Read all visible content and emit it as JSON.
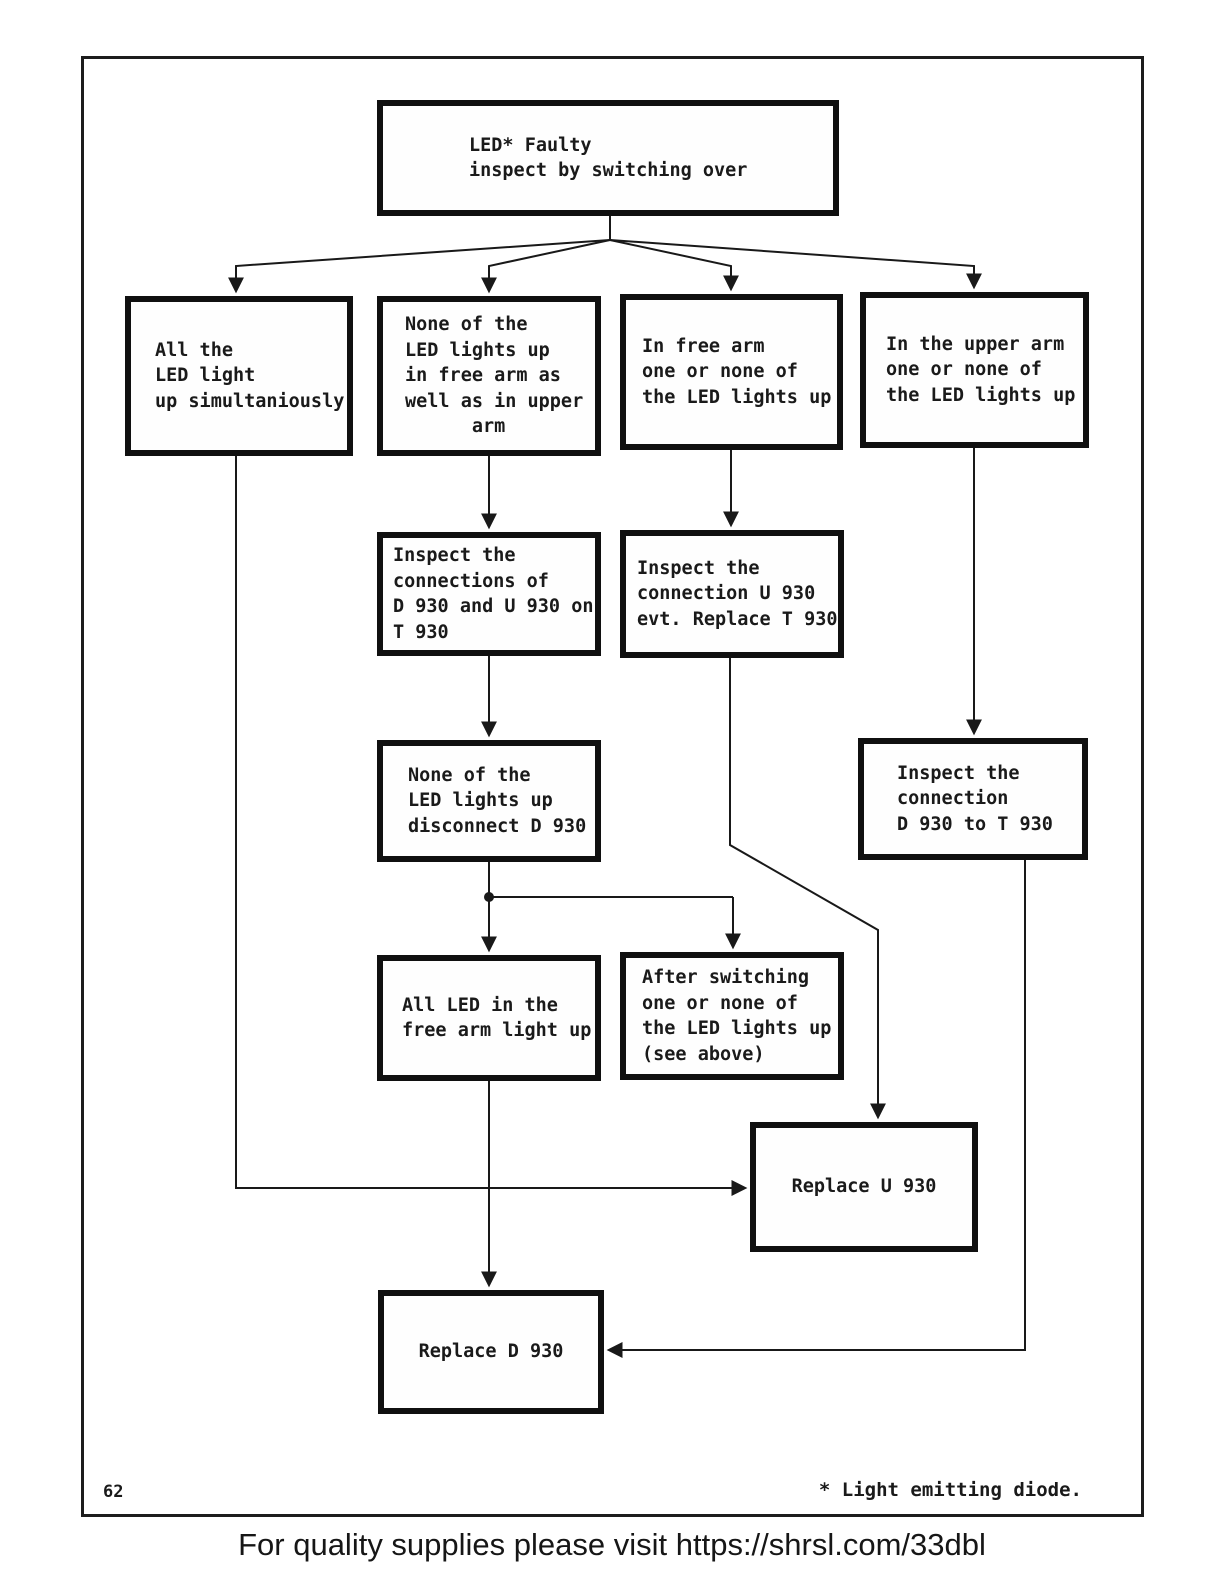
{
  "page": {
    "number": "62",
    "footnote": "* Light emitting diode.",
    "footer": "For quality supplies please visit https://shrsl.com/33dbl"
  },
  "flowchart": {
    "nodes": {
      "led_faulty": "LED* Faulty\ninspect by switching over",
      "all_led_simultaneously": "All the\nLED light\nup simultaniously",
      "none_led_both_arms": "None of the\nLED lights up\nin free arm as\nwell as in upper\n      arm",
      "free_arm_one_or_none": "In free arm\none or none of\nthe LED lights up",
      "upper_arm_one_or_none": "In the upper arm\none or none of\nthe LED lights up",
      "inspect_connections_t930": "Inspect the\nconnections of\nD 930 and U 930 on\nT 930",
      "inspect_connection_u930": "Inspect the\nconnection U 930\nevt. Replace T 930",
      "none_led_disconnect_d930": "None of the\nLED lights up\ndisconnect D 930",
      "inspect_connection_d930_t930": "Inspect the\nconnection\nD 930 to T 930",
      "all_led_free_arm": "All LED in the\nfree arm light up",
      "after_switching": "After switching\none or none of\nthe LED lights up\n(see above)",
      "replace_u930": "Replace U 930",
      "replace_d930": "Replace D 930"
    }
  }
}
